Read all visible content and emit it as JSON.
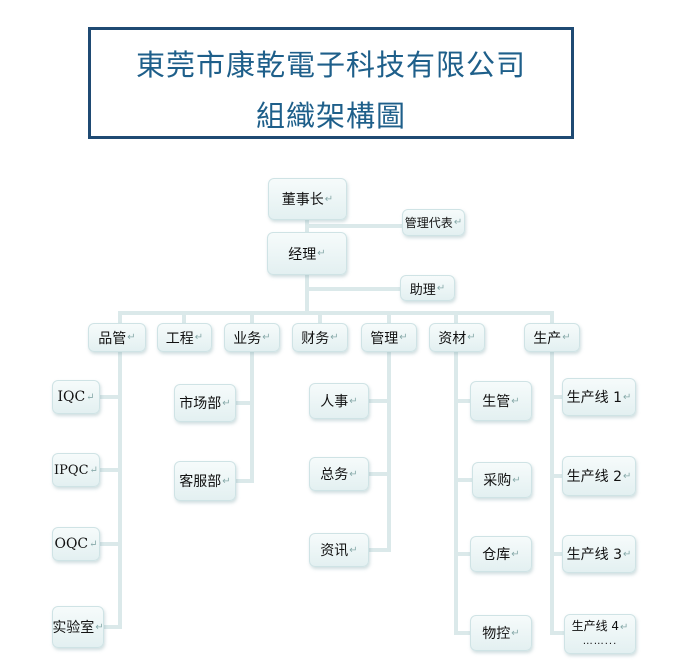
{
  "title": {
    "line1": "東莞市康乾電子科技有限公司",
    "line2": "組織架構圖"
  },
  "enter_mark": "↵",
  "top": {
    "chairman": "董事长",
    "mgmt_rep": "管理代表",
    "manager": "经理",
    "assistant": "助理"
  },
  "departments": [
    {
      "label": "品管",
      "children": [
        "IQC",
        "IPQC",
        "OQC",
        "实验室"
      ]
    },
    {
      "label": "工程",
      "children": []
    },
    {
      "label": "业务",
      "children": [
        "市场部",
        "客服部"
      ]
    },
    {
      "label": "财务",
      "children": []
    },
    {
      "label": "管理",
      "children": [
        "人事",
        "总务",
        "资讯"
      ]
    },
    {
      "label": "资材",
      "children": [
        "生管",
        "采购",
        "仓库",
        "物控"
      ]
    },
    {
      "label": "生产",
      "children": [
        "生产线 1",
        "生产线 2",
        "生产线 3",
        "生产线 4"
      ]
    }
  ],
  "more_lines": "……..."
}
